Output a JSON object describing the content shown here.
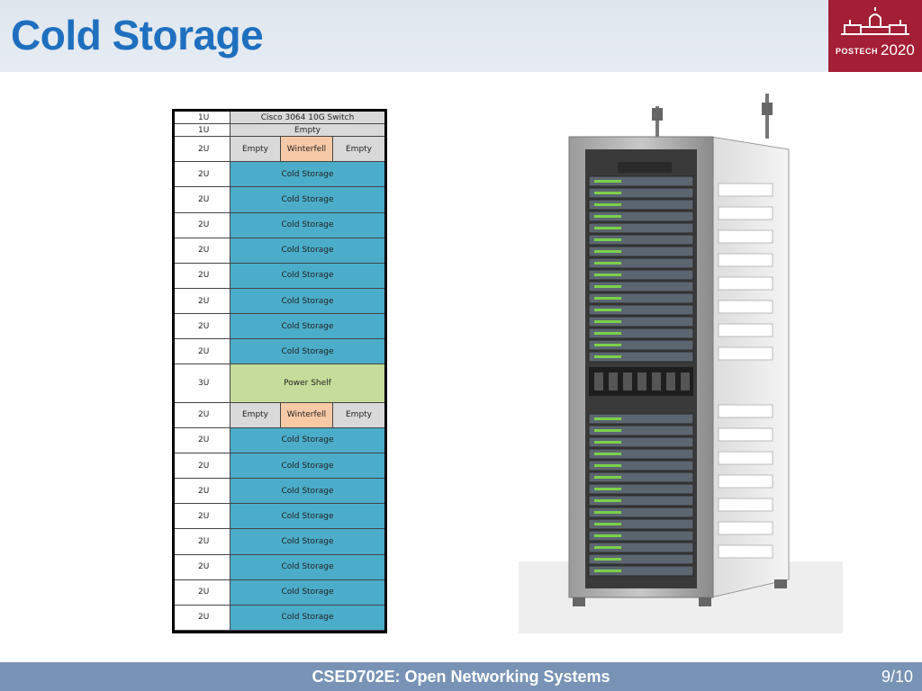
{
  "slide": {
    "title": "Cold Storage",
    "logo": {
      "brand": "POSTECH",
      "year": "2020"
    },
    "footer": {
      "course": "CSED702E: Open Networking Systems",
      "page": "9/10"
    }
  },
  "colors": {
    "title": "#1f6fbf",
    "header_bg": "#e2e9f0",
    "logo_bg": "#a31f35",
    "footer_bg": "#7893b5",
    "cold_storage": "#4badc9",
    "winterfell": "#f8c9a6",
    "empty": "#d9d9d9",
    "power_shelf": "#c5dc9a"
  },
  "rack_table": {
    "rows": [
      {
        "u": "1U",
        "cells": [
          {
            "label": "Cisco 3064 10G Switch",
            "kind": "grey"
          }
        ]
      },
      {
        "u": "1U",
        "cells": [
          {
            "label": "Empty",
            "kind": "grey"
          }
        ]
      },
      {
        "u": "2U",
        "cells": [
          {
            "label": "Empty",
            "kind": "grey"
          },
          {
            "label": "Winterfell",
            "kind": "peach"
          },
          {
            "label": "Empty",
            "kind": "grey"
          }
        ]
      },
      {
        "u": "2U",
        "cells": [
          {
            "label": "Cold Storage",
            "kind": "blue"
          }
        ]
      },
      {
        "u": "2U",
        "cells": [
          {
            "label": "Cold Storage",
            "kind": "blue"
          }
        ]
      },
      {
        "u": "2U",
        "cells": [
          {
            "label": "Cold Storage",
            "kind": "blue"
          }
        ]
      },
      {
        "u": "2U",
        "cells": [
          {
            "label": "Cold Storage",
            "kind": "blue"
          }
        ]
      },
      {
        "u": "2U",
        "cells": [
          {
            "label": "Cold Storage",
            "kind": "blue"
          }
        ]
      },
      {
        "u": "2U",
        "cells": [
          {
            "label": "Cold Storage",
            "kind": "blue"
          }
        ]
      },
      {
        "u": "2U",
        "cells": [
          {
            "label": "Cold Storage",
            "kind": "blue"
          }
        ]
      },
      {
        "u": "2U",
        "cells": [
          {
            "label": "Cold Storage",
            "kind": "blue"
          }
        ]
      },
      {
        "u": "3U",
        "cells": [
          {
            "label": "Power Shelf",
            "kind": "green"
          }
        ]
      },
      {
        "u": "2U",
        "cells": [
          {
            "label": "Empty",
            "kind": "grey"
          },
          {
            "label": "Winterfell",
            "kind": "peach"
          },
          {
            "label": "Empty",
            "kind": "grey"
          }
        ]
      },
      {
        "u": "2U",
        "cells": [
          {
            "label": "Cold Storage",
            "kind": "blue"
          }
        ]
      },
      {
        "u": "2U",
        "cells": [
          {
            "label": "Cold Storage",
            "kind": "blue"
          }
        ]
      },
      {
        "u": "2U",
        "cells": [
          {
            "label": "Cold Storage",
            "kind": "blue"
          }
        ]
      },
      {
        "u": "2U",
        "cells": [
          {
            "label": "Cold Storage",
            "kind": "blue"
          }
        ]
      },
      {
        "u": "2U",
        "cells": [
          {
            "label": "Cold Storage",
            "kind": "blue"
          }
        ]
      },
      {
        "u": "2U",
        "cells": [
          {
            "label": "Cold Storage",
            "kind": "blue"
          }
        ]
      },
      {
        "u": "2U",
        "cells": [
          {
            "label": "Cold Storage",
            "kind": "blue"
          }
        ]
      },
      {
        "u": "2U",
        "cells": [
          {
            "label": "Cold Storage",
            "kind": "blue"
          }
        ]
      }
    ]
  }
}
